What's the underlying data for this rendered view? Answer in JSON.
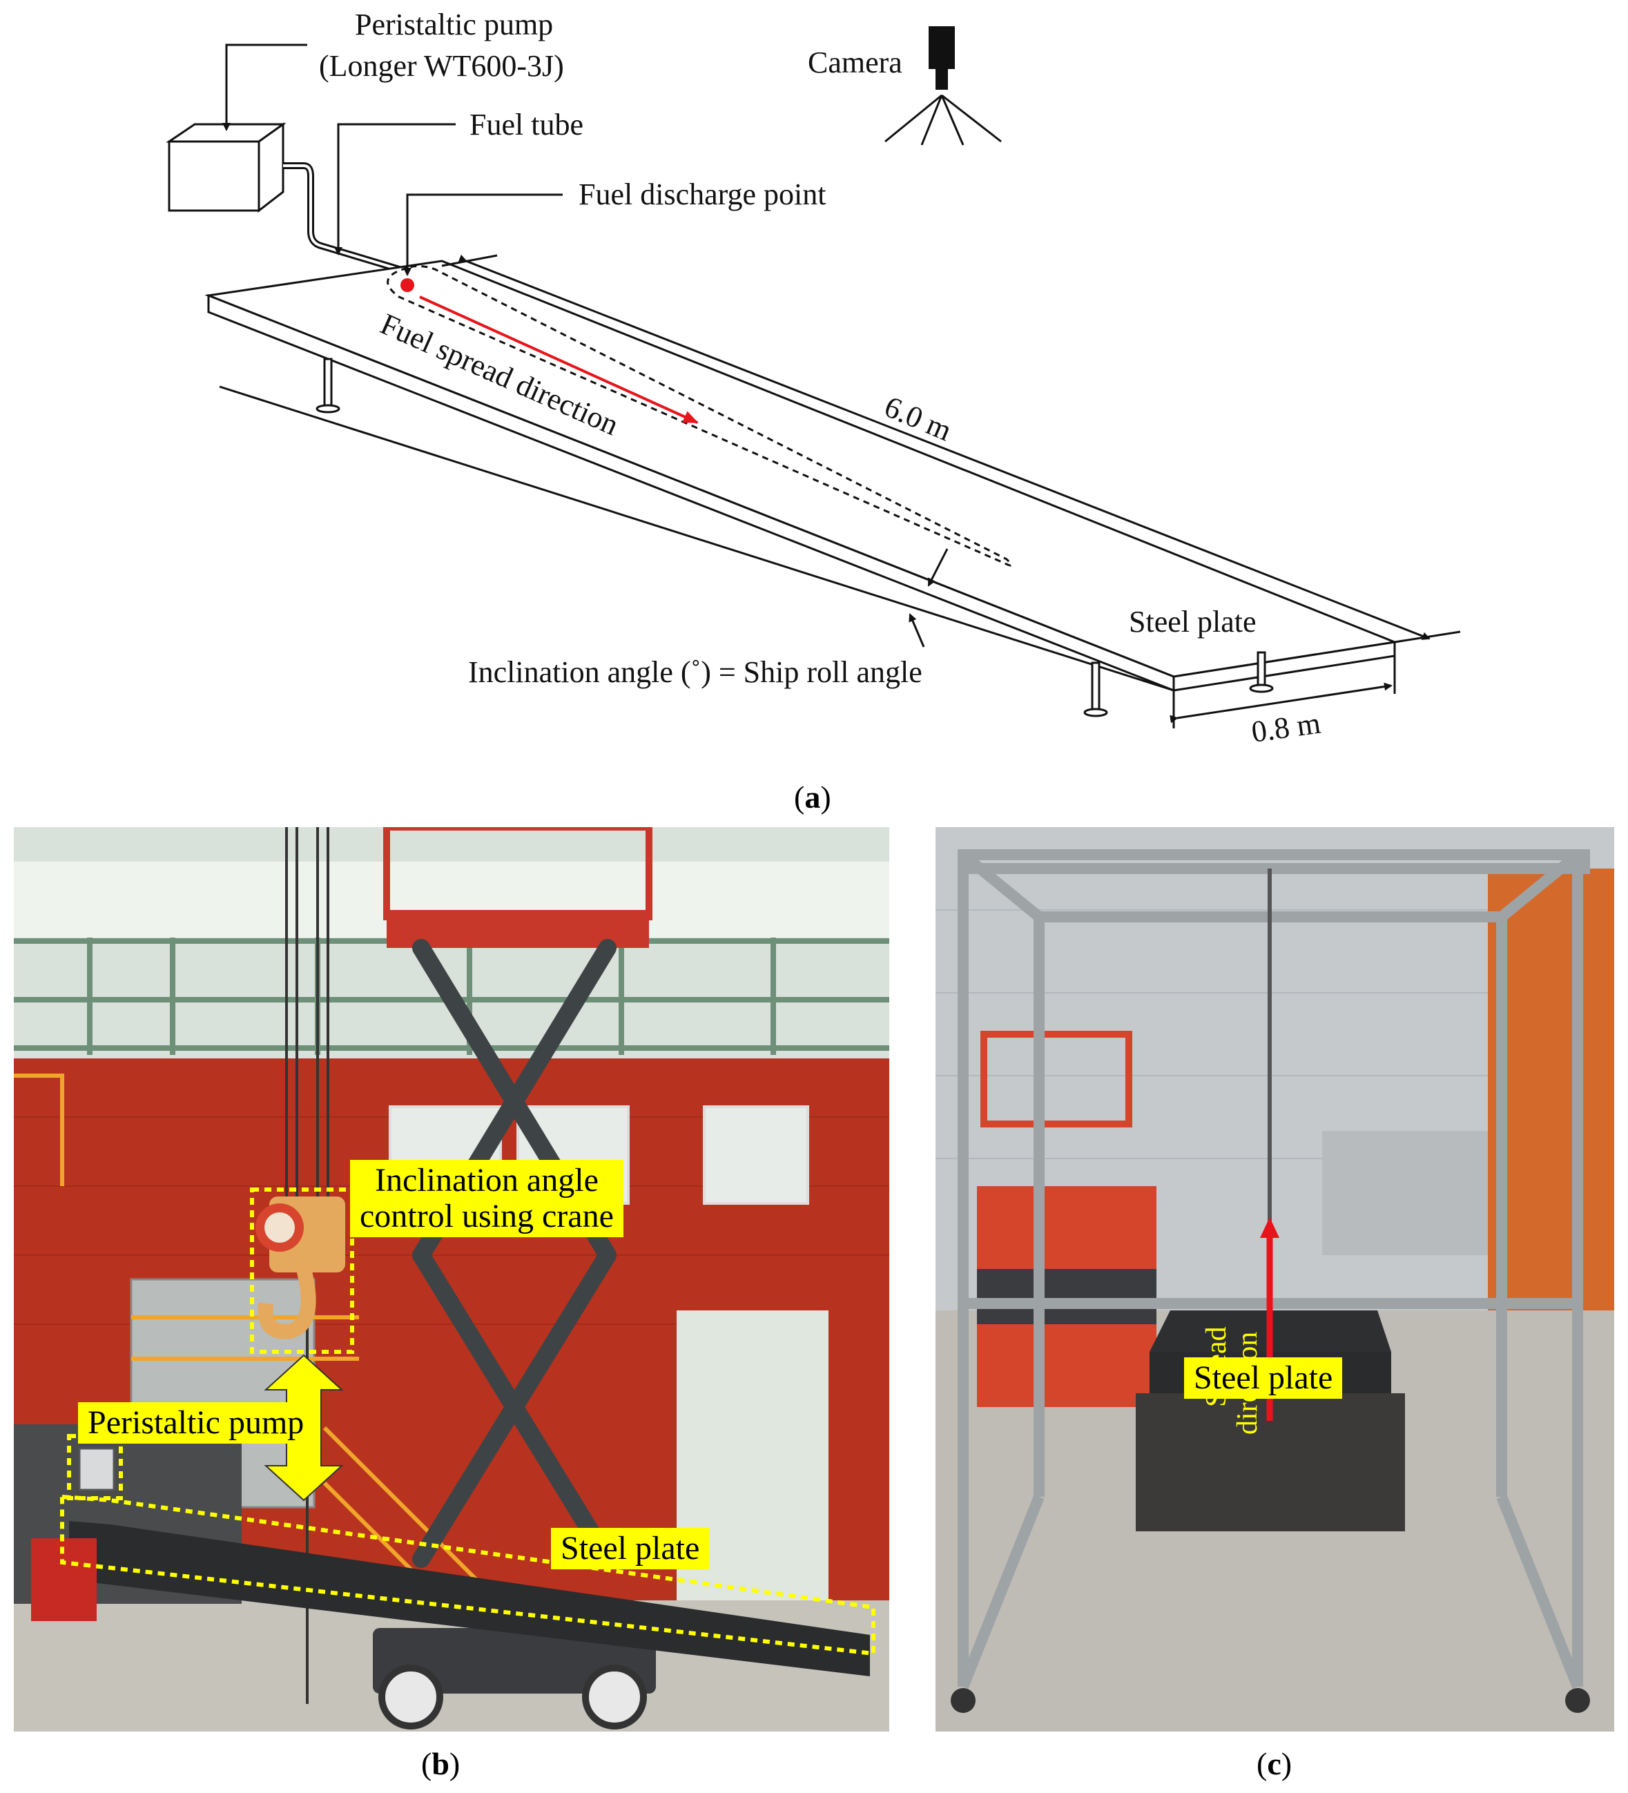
{
  "panel_a": {
    "caption_letter": "a",
    "labels": {
      "pump_line1": "Peristaltic pump",
      "pump_line2": "(Longer WT600-3J)",
      "camera": "Camera",
      "fuel_tube": "Fuel tube",
      "discharge_point": "Fuel discharge point",
      "spread_direction": "Fuel spread direction",
      "length": "6.0 m",
      "steel_plate": "Steel plate",
      "inclination": "Inclination  angle (˚) = Ship roll angle",
      "width": "0.8 m"
    },
    "colors": {
      "discharge_point": "#e8141b",
      "spread_arrow": "#e8141b",
      "lines": "#111111"
    }
  },
  "panel_b": {
    "caption_letter": "b",
    "labels": {
      "crane_line1": "Inclination  angle",
      "crane_line2": "control using crane",
      "pump": "Peristaltic pump",
      "steel_plate": "Steel plate"
    },
    "colors": {
      "highlight": "#ffff00",
      "wall": "#b8331f"
    }
  },
  "panel_c": {
    "caption_letter": "c",
    "labels": {
      "spread_direction_line1": "Spread",
      "spread_direction_line2": "direction",
      "steel_plate": "Steel plate"
    },
    "colors": {
      "highlight": "#ffff00",
      "arrow": "#e8141b"
    }
  }
}
